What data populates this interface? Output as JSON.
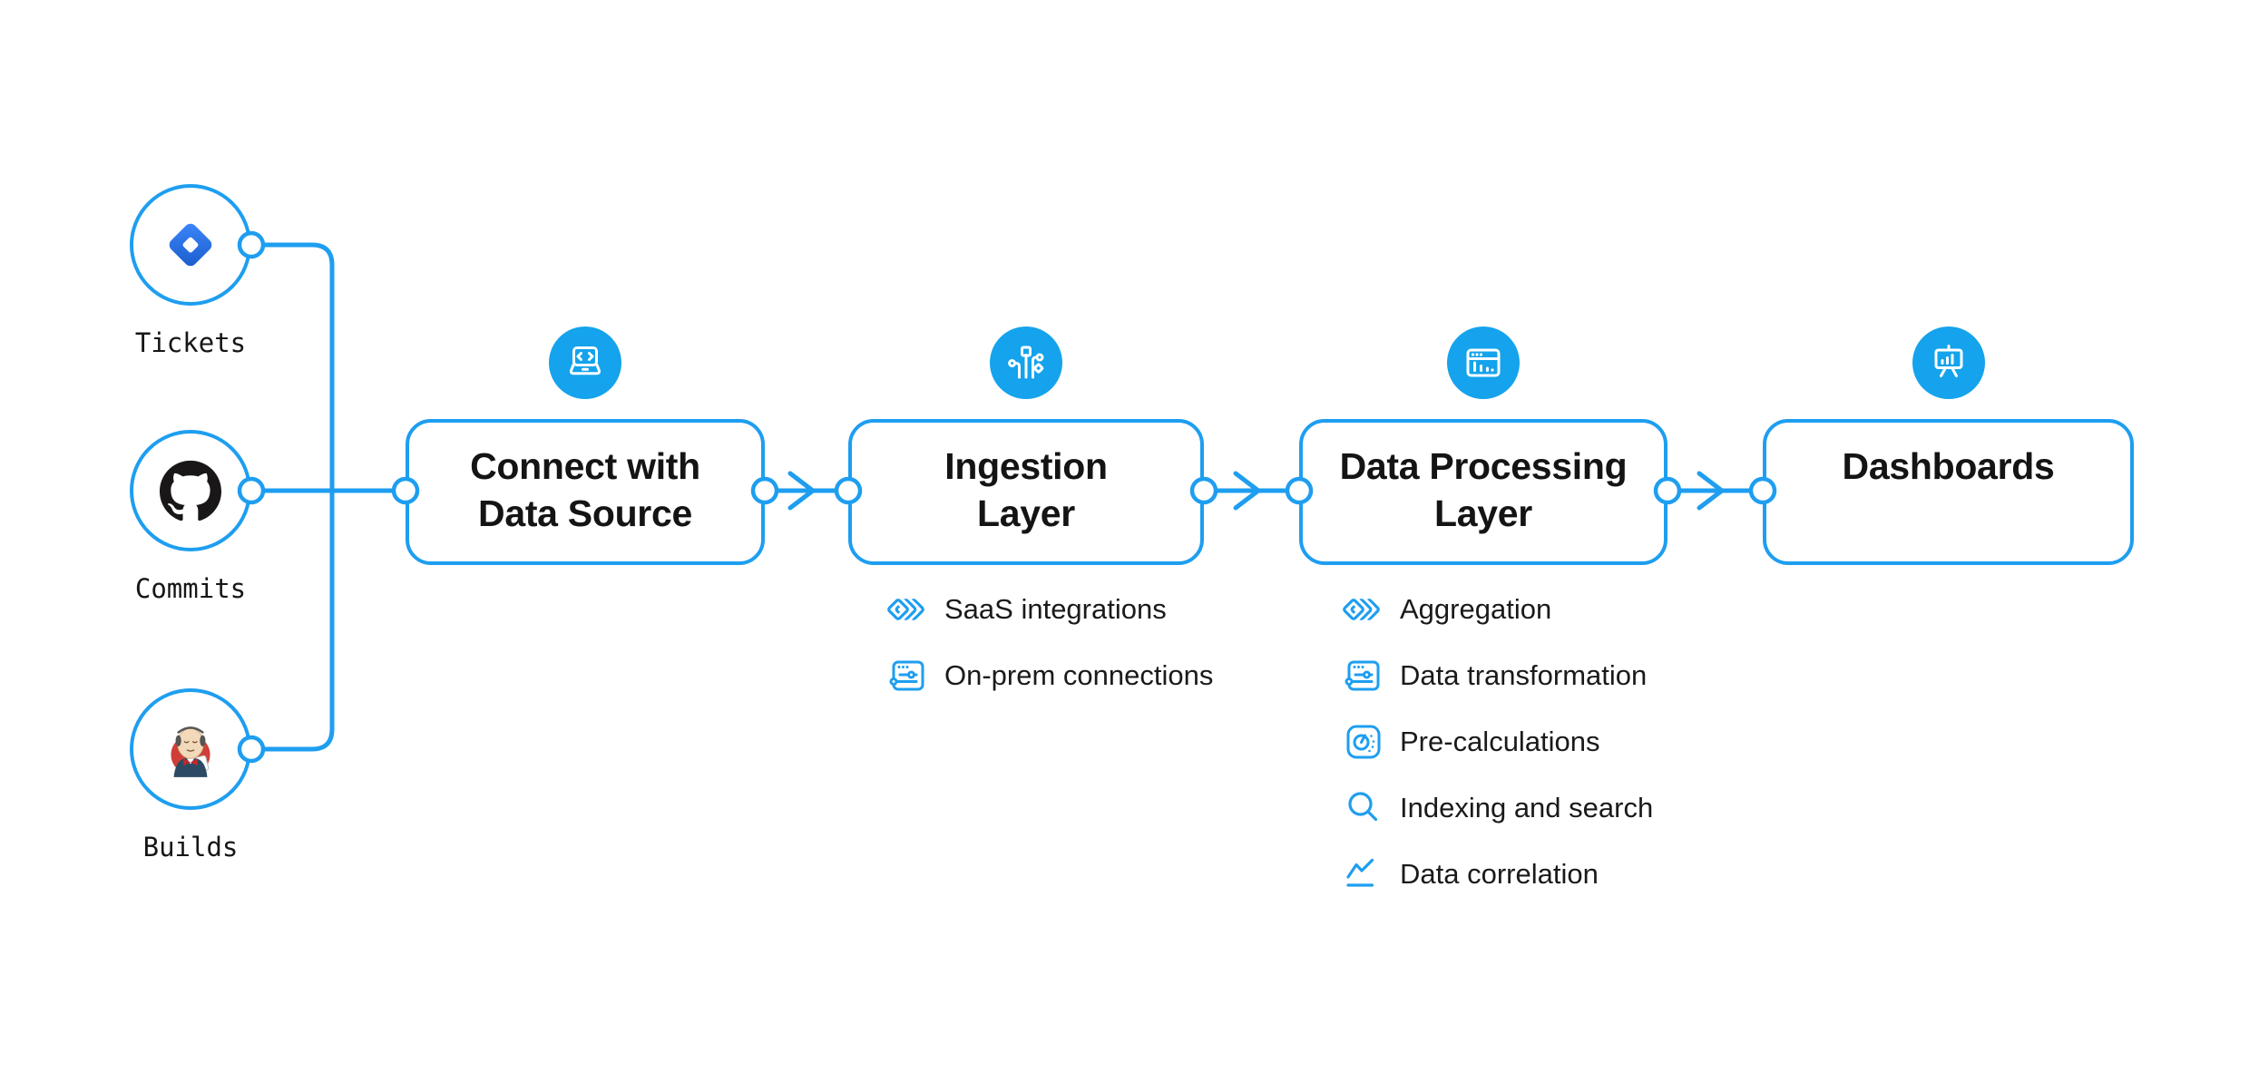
{
  "colors": {
    "accent": "#1E9EF0",
    "accent_fill": "#14A3EC",
    "ink": "#141414",
    "list_text": "#1A1A1A",
    "github_black": "#191717"
  },
  "sources": [
    {
      "label": "Tickets",
      "icon": "jira-icon"
    },
    {
      "label": "Commits",
      "icon": "github-icon"
    },
    {
      "label": "Builds",
      "icon": "jenkins-icon"
    }
  ],
  "stages": [
    {
      "icon": "laptop-code-icon",
      "title_lines": [
        "Connect with",
        "Data Source"
      ],
      "items": []
    },
    {
      "icon": "circuit-icon",
      "title_lines": [
        "Ingestion",
        "Layer"
      ],
      "items": [
        {
          "label": "SaaS integrations",
          "icon": "diamonds-icon"
        },
        {
          "label": "On-prem connections",
          "icon": "window-sliders-icon"
        }
      ]
    },
    {
      "icon": "window-chart-icon",
      "title_lines": [
        "Data Processing",
        "Layer"
      ],
      "items": [
        {
          "label": "Aggregation",
          "icon": "diamonds-icon"
        },
        {
          "label": "Data transformation",
          "icon": "window-sliders-icon"
        },
        {
          "label": "Pre-calculations",
          "icon": "gauge-icon"
        },
        {
          "label": "Indexing and search",
          "icon": "search-icon"
        },
        {
          "label": "Data correlation",
          "icon": "trend-icon"
        }
      ]
    },
    {
      "icon": "presentation-chart-icon",
      "title_lines": [
        "Dashboards"
      ],
      "items": []
    }
  ]
}
